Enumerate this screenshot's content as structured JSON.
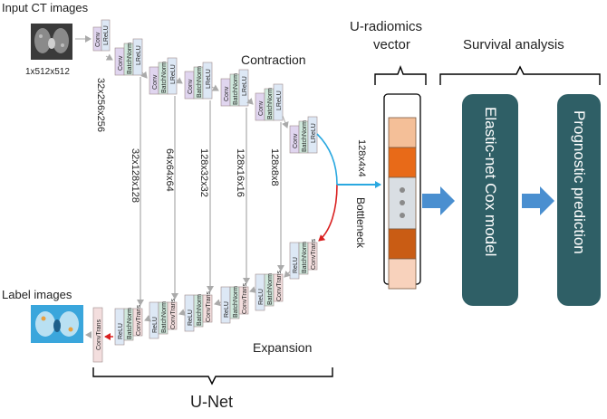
{
  "labels": {
    "input_ct": "Input CT images",
    "input_dim": "1x512x512",
    "label_images": "Label images",
    "contraction": "Contraction",
    "expansion": "Expansion",
    "unet": "U-Net",
    "bottleneck": "Bottleneck",
    "bottleneck_dim": "128x4x4",
    "uradiomics_line1": "U-radiomics",
    "uradiomics_line2": "vector",
    "survival": "Survival analysis",
    "cox_model": "Elastic-net  Cox model",
    "prognostic": "Prognostic  prediction"
  },
  "dims": [
    "32x256x256",
    "32x128x128",
    "64x64x64",
    "128x32x32",
    "128x16x16",
    "128x8x8"
  ],
  "layer_labels": {
    "relu": "ReLU",
    "lrelu": "LReLU",
    "batchnorm": "BatchNorm",
    "conv": "Conv",
    "convtrans": "ConvTrans"
  },
  "colors": {
    "conv": "#e0d5ef",
    "batchnorm": "#cfe8dc",
    "relu": "#dde8f5",
    "convtrans": "#f3dede",
    "block_stroke": "#9d8b8b",
    "arrow_gray": "#aaaaaa",
    "arrow_blue": "#2aa8e0",
    "arrow_red": "#d92020",
    "big_arrow": "#4a8fd0",
    "teal_box": "#2f5f66",
    "vector_cells": [
      "#f4bf98",
      "#e86a18",
      "#d9dee3",
      "#c95c14",
      "#f8d2bc"
    ]
  }
}
